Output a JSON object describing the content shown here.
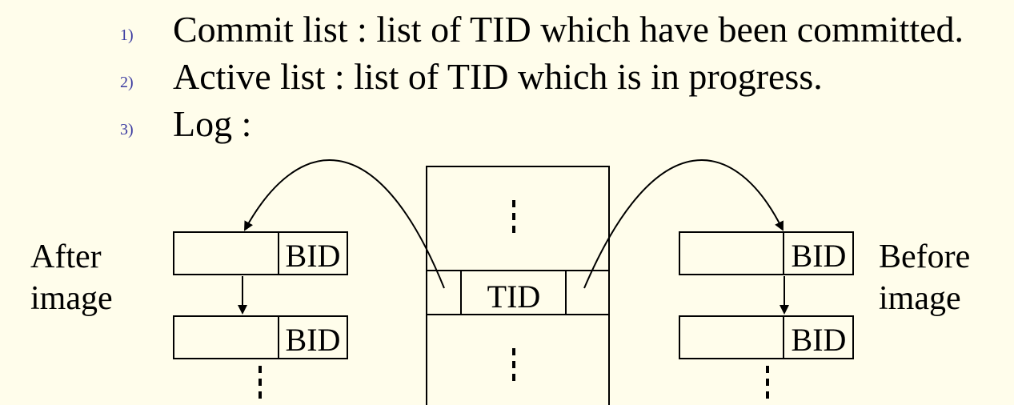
{
  "list": [
    {
      "num": "1)",
      "text": "Commit list : list of TID which have been committed."
    },
    {
      "num": "2)",
      "text": "Active list : list of TID which is in progress."
    },
    {
      "num": "3)",
      "text": "Log :"
    }
  ],
  "diagram": {
    "left_label_line1": "After",
    "left_label_line2": "image",
    "right_label_line1": "Before",
    "right_label_line2": "image",
    "bid_label": "BID",
    "tid_label": "TID"
  }
}
